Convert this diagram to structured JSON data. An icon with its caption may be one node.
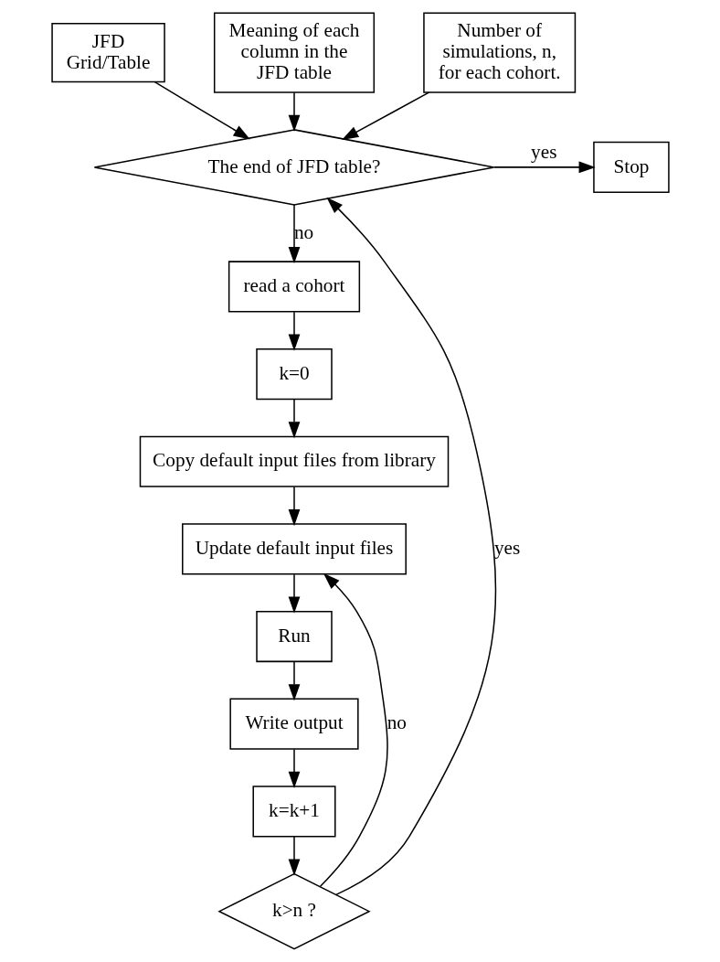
{
  "diagram": {
    "nodes": [
      {
        "text": [
          "JFD Grid/Table"
        ]
      },
      {
        "text": [
          "Meaning of each column in the JFD table"
        ]
      },
      {
        "text": [
          "Number of simulations, n, for each cohort."
        ]
      },
      {
        "text": [
          "The end of JFD table?"
        ]
      },
      {
        "text": [
          "Stop"
        ]
      },
      {
        "text": [
          "read a cohort"
        ]
      },
      {
        "text": [
          "k=0"
        ]
      },
      {
        "text": [
          "Copy default input files from library"
        ]
      },
      {
        "text": [
          "Update default input files"
        ]
      },
      {
        "text": [
          "Run"
        ]
      },
      {
        "text": [
          "Write output"
        ]
      },
      {
        "text": [
          "k=k+1"
        ]
      },
      {
        "text": [
          "k>n ?"
        ]
      }
    ],
    "edges": [
      {
        "from": 0,
        "to": 3,
        "arrow": "to"
      },
      {
        "from": 1,
        "to": 3,
        "arrow": "to"
      },
      {
        "from": 2,
        "to": 3,
        "arrow": "to"
      },
      {
        "from": 3,
        "to": 4,
        "arrow": "to",
        "label": "yes"
      },
      {
        "from": 3,
        "to": 5,
        "arrow": "to",
        "label": "no"
      },
      {
        "from": 5,
        "to": 6,
        "arrow": "to"
      },
      {
        "from": 6,
        "to": 7,
        "arrow": "to"
      },
      {
        "from": 7,
        "to": 8,
        "arrow": "to"
      },
      {
        "from": 8,
        "to": 9,
        "arrow": "to"
      },
      {
        "from": 9,
        "to": 10,
        "arrow": "to"
      },
      {
        "from": 10,
        "to": 11,
        "arrow": "to"
      },
      {
        "from": 11,
        "to": 12,
        "arrow": "to"
      },
      {
        "from": 12,
        "to": 8,
        "arrow": "to",
        "label": "no"
      },
      {
        "from": 12,
        "to": 3,
        "arrow": "to",
        "label": "yes"
      }
    ]
  }
}
